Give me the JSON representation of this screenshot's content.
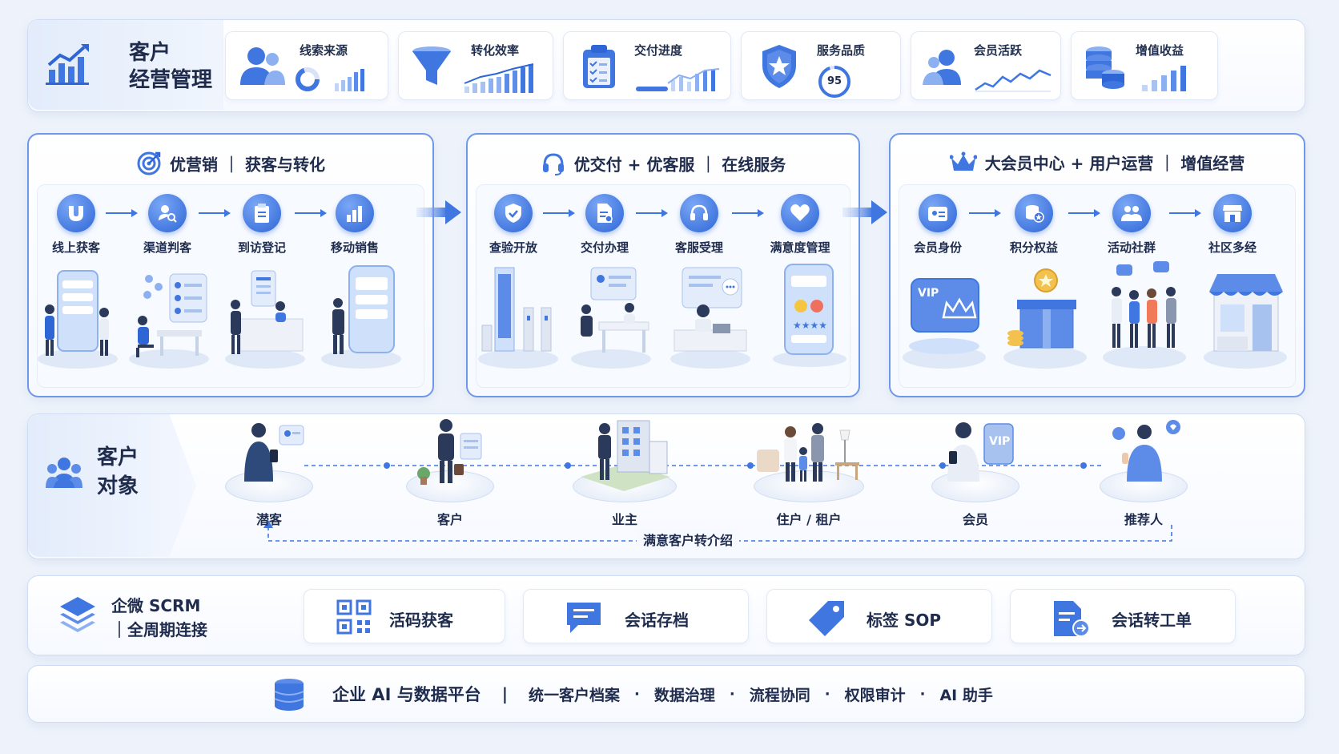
{
  "header": {
    "title_line1": "客户",
    "title_line2": "经营管理",
    "kpis": [
      {
        "label": "线索来源",
        "icon": "users-icon"
      },
      {
        "label": "转化效率",
        "icon": "funnel-icon"
      },
      {
        "label": "交付进度",
        "icon": "clipboard-icon"
      },
      {
        "label": "服务品质",
        "icon": "shield-star-icon",
        "value": "95"
      },
      {
        "label": "会员活跃",
        "icon": "users-icon"
      },
      {
        "label": "增值收益",
        "icon": "coin-stack-icon"
      }
    ]
  },
  "stages": [
    {
      "title": "优营销 ｜ 获客与转化",
      "icon": "target-icon",
      "steps": [
        {
          "label": "线上获客",
          "icon": "magnet-icon"
        },
        {
          "label": "渠道判客",
          "icon": "user-search-icon"
        },
        {
          "label": "到访登记",
          "icon": "clipboard-icon"
        },
        {
          "label": "移动销售",
          "icon": "bar-chart-icon"
        }
      ]
    },
    {
      "title": "优交付 + 优客服 ｜ 在线服务",
      "icon": "headset-icon",
      "steps": [
        {
          "label": "查验开放",
          "icon": "shield-check-icon"
        },
        {
          "label": "交付办理",
          "icon": "document-icon"
        },
        {
          "label": "客服受理",
          "icon": "headset-icon"
        },
        {
          "label": "满意度管理",
          "icon": "heart-icon"
        }
      ]
    },
    {
      "title": "大会员中心 + 用户运营 ｜ 增值经营",
      "icon": "crown-icon",
      "steps": [
        {
          "label": "会员身份",
          "icon": "id-card-icon"
        },
        {
          "label": "积分权益",
          "icon": "coins-icon"
        },
        {
          "label": "活动社群",
          "icon": "group-icon"
        },
        {
          "label": "社区多经",
          "icon": "store-icon"
        }
      ]
    }
  ],
  "customers": {
    "title_line1": "客户",
    "title_line2": "对象",
    "objects": [
      "潜客",
      "客户",
      "业主",
      "住户 / 租户",
      "会员",
      "推荐人"
    ],
    "referral_label": "满意客户转介绍"
  },
  "scrm": {
    "title_line1": "企微 SCRM",
    "title_line2": "｜全周期连接",
    "features": [
      {
        "label": "活码获客",
        "icon": "qr-code-icon"
      },
      {
        "label": "会话存档",
        "icon": "chat-icon"
      },
      {
        "label": "标签 SOP",
        "icon": "tag-icon"
      },
      {
        "label": "会话转工单",
        "icon": "ticket-icon"
      }
    ]
  },
  "platform": {
    "title": "企业 AI 与数据平台",
    "items": [
      "统一客户档案",
      "数据治理",
      "流程协同",
      "权限审计",
      "AI 助手"
    ]
  },
  "colors": {
    "accent": "#3f76e0",
    "border": "#6f98e8",
    "background": "#eef3fb"
  }
}
